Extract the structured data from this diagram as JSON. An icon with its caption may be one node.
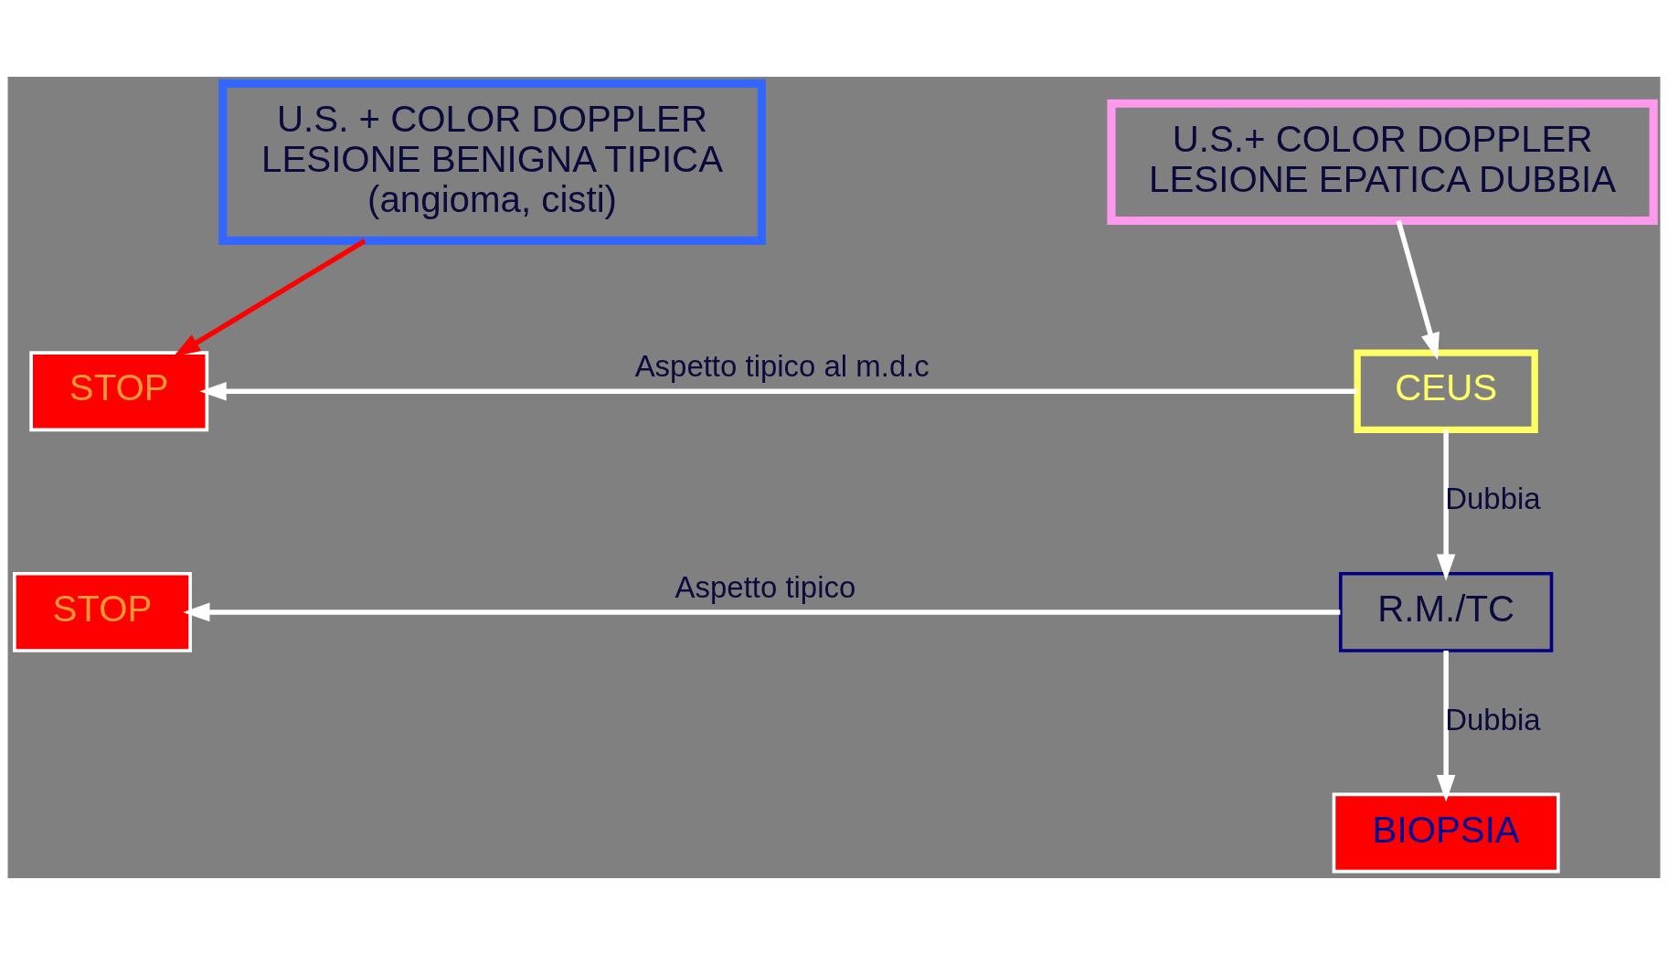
{
  "diagram": {
    "nodes": [
      {
        "text": [
          "U.S. + COLOR DOPPLER",
          "LESIONE BENIGNA TIPICA",
          "(angioma, cisti)"
        ]
      },
      {
        "text": [
          "U.S.+ COLOR DOPPLER",
          "LESIONE EPATICA DUBBIA"
        ]
      },
      {
        "text": [
          "STOP"
        ]
      },
      {
        "text": [
          "CEUS"
        ]
      },
      {
        "text": [
          "STOP"
        ]
      },
      {
        "text": [
          "R.M./TC"
        ]
      },
      {
        "text": [
          "BIOPSIA"
        ]
      }
    ],
    "edges": [
      {
        "from": 0,
        "to": 2,
        "arrow": "to",
        "color": "#ff0000"
      },
      {
        "from": 1,
        "to": 3,
        "arrow": "to"
      },
      {
        "from": 3,
        "to": 2,
        "arrow": "to",
        "label": "Aspetto tipico al m.d.c"
      },
      {
        "from": 3,
        "to": 5,
        "arrow": "to",
        "label": "Dubbia"
      },
      {
        "from": 5,
        "to": 4,
        "arrow": "to",
        "label": "Aspetto tipico"
      },
      {
        "from": 5,
        "to": 6,
        "arrow": "to",
        "label": "Dubbia"
      }
    ]
  }
}
